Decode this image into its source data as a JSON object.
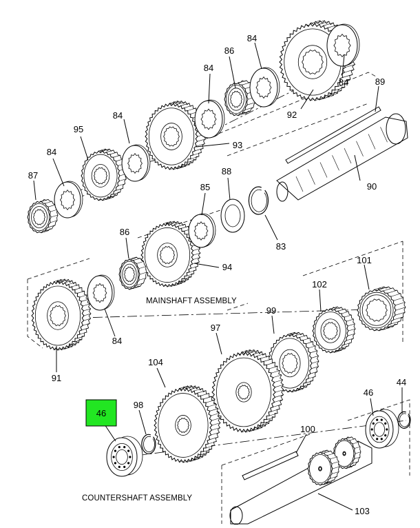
{
  "labels": {
    "n84a": "84",
    "n86a": "86",
    "n84b": "84",
    "n84c": "84",
    "n89": "89",
    "n84d": "84",
    "n92": "92",
    "n93": "93",
    "n95": "95",
    "n84e": "84",
    "n87": "87",
    "n88": "88",
    "n85": "85",
    "n90": "90",
    "n83": "83",
    "n86b": "86",
    "n94": "94",
    "n101": "101",
    "n102": "102",
    "n99": "99",
    "n97": "97",
    "n84f": "84",
    "n91": "91",
    "n104": "104",
    "n98": "98",
    "n46a": "46",
    "n44": "44",
    "n46b": "46",
    "n100": "100",
    "n103": "103"
  },
  "captions": {
    "mainshaft": "MAINSHAFT ASSEMBLY",
    "countershaft": "COUNTERSHAFT ASSEMBLY"
  },
  "highlight": {
    "label": "46",
    "color": "#22e622"
  }
}
